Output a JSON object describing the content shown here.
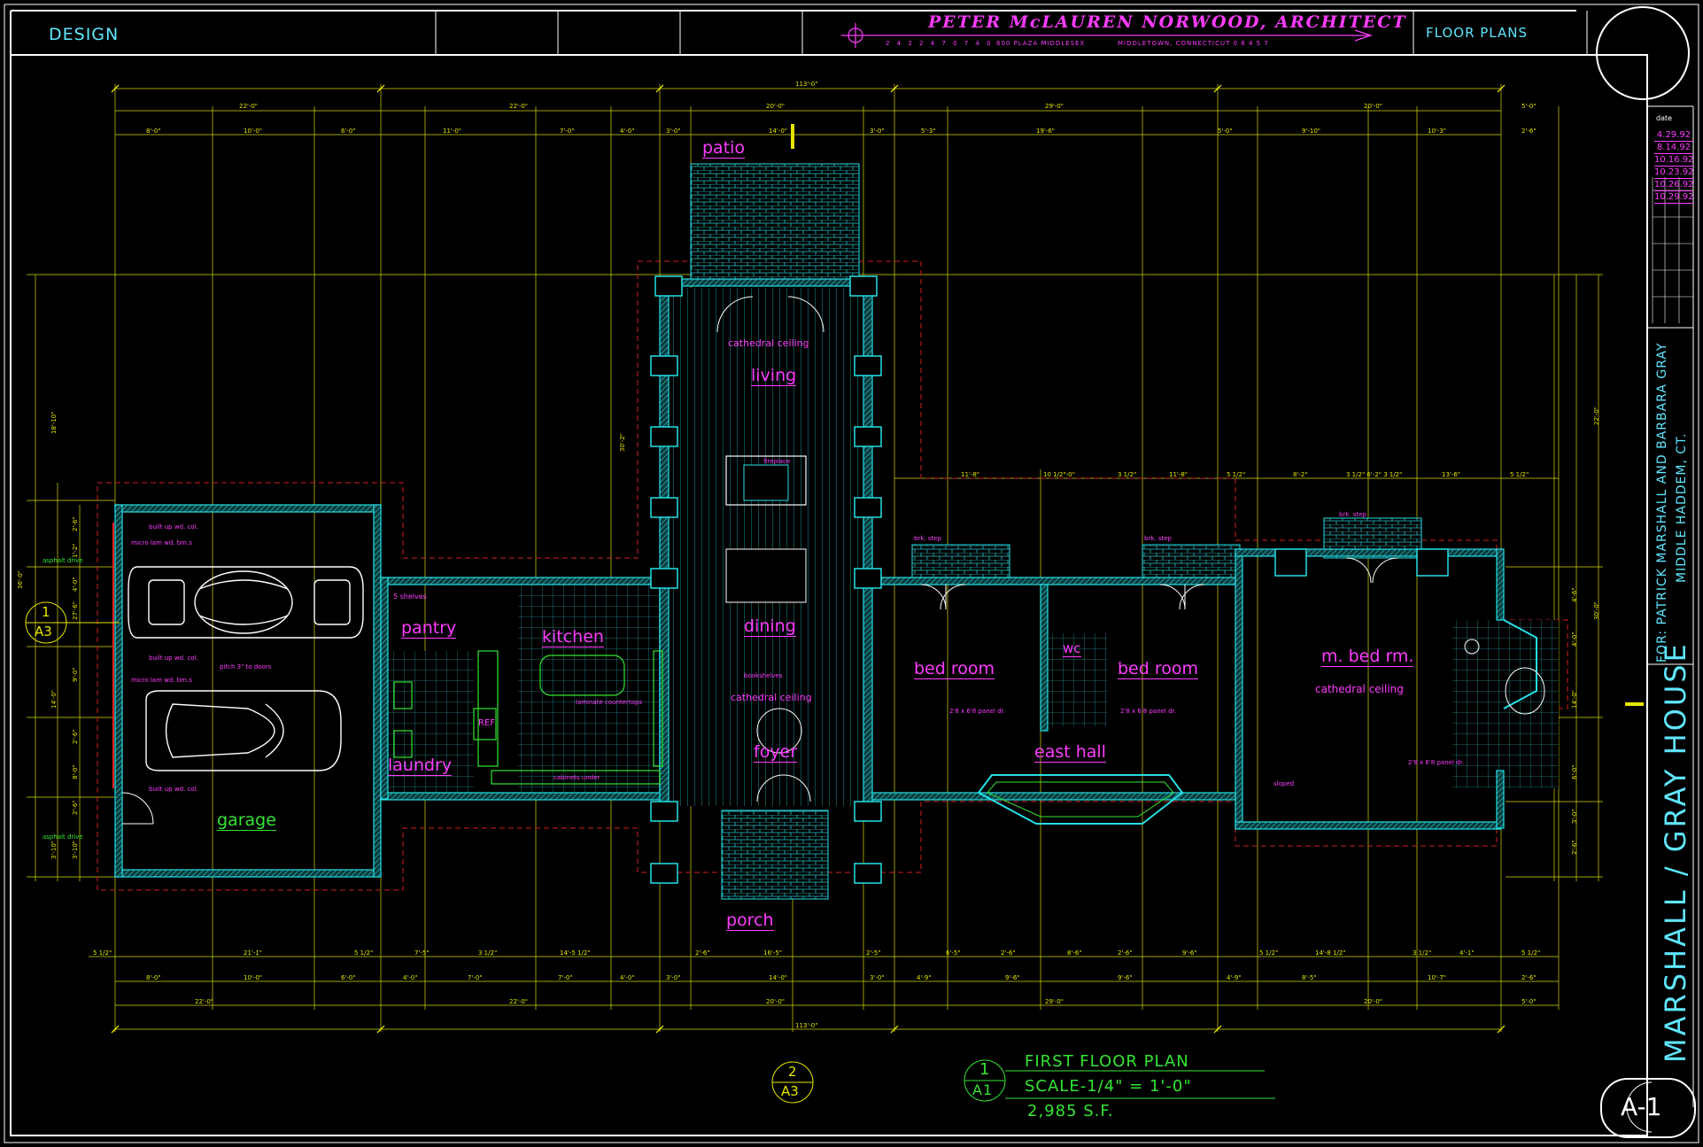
{
  "title_block": {
    "discipline": "DESIGN",
    "architect": "PETER McLAUREN NORWOOD, ARCHITECT",
    "architect_phone": "2 4 2   2 4 7   0 7 4 0",
    "architect_street": "600 PLAZA MIDDLESEX",
    "architect_city": "MIDDLETOWN, CONNECTICUT   0 6 4 5 7",
    "sheet_title": "FLOOR PLANS",
    "revisions_label": "date",
    "revisions": [
      "4.29.92",
      "8.14.92",
      "10.16.92",
      "10.23.92",
      "10.26.92",
      "10.29.92"
    ],
    "client_line1": "FOR: PATRICK MARSHALL AND BARBARA GRAY",
    "client_line2": "MIDDLE HADDEM, CT.",
    "project": "MARSHALL / GRAY HOUSE",
    "sheet_number": "A-1"
  },
  "plan": {
    "rooms": {
      "patio": "patio",
      "living": "living",
      "dining": "dining",
      "foyer": "foyer",
      "porch": "porch",
      "kitchen": "kitchen",
      "pantry": "pantry",
      "laundry": "laundry",
      "garage": "garage",
      "bed_room_1": "bed room",
      "bed_room_2": "bed room",
      "wc": "wc",
      "east_hall": "east hall",
      "master_bed": "m. bed rm."
    },
    "notes": {
      "cathedral_1": "cathedral ceiling",
      "cathedral_2": "cathedral ceiling",
      "cathedral_3": "cathedral ceiling",
      "fireplace": "fireplace",
      "bookshelves": "bookshelves",
      "ref": "REF",
      "shelves": "5 shelves",
      "pitch": "pitch 3\" to doors",
      "built_up_1": "built up wd. col.",
      "built_up_2": "built up wd. col.",
      "built_up_3": "built up wd. col.",
      "micro_lam_1": "micro lam wd. bm.s",
      "micro_lam_2": "micro lam wd. bm.s",
      "asphalt_1": "asphalt drive",
      "asphalt_2": "asphalt drive",
      "brk_step_1": "brk. step",
      "brk_step_2": "brk. step",
      "brk_step_3": "brk. step",
      "panel_dr_1": "2'8 x 6'8 panel dr.",
      "panel_dr_2": "2'8 x 6'8 panel dr.",
      "panel_dr_3": "2'8 x 6'8 panel dr.",
      "sloped": "sloped",
      "laminate": "laminate countertops",
      "cabinets": "cabinets under"
    },
    "dims_top": {
      "overall": "113'-0\"",
      "row2": [
        "22'-0\"",
        "22'-0\"",
        "20'-0\"",
        "29'-0\"",
        "20'-0\"",
        "5'-0\""
      ],
      "row3": [
        "8'-0\"",
        "10'-0\"",
        "6'-0\"",
        "11'-0\"",
        "7'-0\"",
        "4'-0\"",
        "3'-0\"",
        "14'-0\"",
        "3'-0\"",
        "5'-3\"",
        "19'-6\"",
        "5'-0\"",
        "9'-10\"",
        "10'-3\"",
        "2'-6\""
      ],
      "bedroom_wing": [
        "11'-8\"",
        "10 1/2\"-0\"",
        "3 1/2\"",
        "11'-8\"",
        "5 1/2\"",
        "8'-2\"",
        "3 1/2\" 6'-2\" 3 1/2\"",
        "13'-6\"",
        "5 1/2\""
      ]
    },
    "dims_bottom": {
      "row1": [
        "5 1/2\"",
        "21'-1\"",
        "5 1/2\"",
        "7'-5\"",
        "3 1/2\"",
        "14'-5 1/2\"",
        "2'-6\"",
        "16'-5\"",
        "2'-5\"",
        "6'-5\"",
        "2'-6\"",
        "8'-6\"",
        "2'-6\"",
        "9'-6\"",
        "5 1/2\"",
        "14'-8 1/2\"",
        "3 1/2\"",
        "4'-1\"",
        "5 1/2\""
      ],
      "row2": [
        "8'-0\"",
        "10'-0\"",
        "6'-0\"",
        "4'-0\"",
        "7'-0\"",
        "7'-0\"",
        "4'-0\"",
        "3'-0\"",
        "14'-0\"",
        "3'-0\"",
        "4'-9\"",
        "9'-6\"",
        "9'-6\"",
        "4'-9\"",
        "8'-5\"",
        "10'-7\"",
        "2'-6\""
      ],
      "row3": [
        "22'-0\"",
        "22'-0\"",
        "20'-0\"",
        "29'-0\"",
        "20'-0\"",
        "5'-0\""
      ],
      "overall": "113'-0\""
    },
    "dims_left": [
      "36'-0\"",
      "18'-10\"",
      "14'-0\"",
      "27'-6\"",
      "2'-6\"",
      "1'-2\"",
      "4'-0\"",
      "9'-0\"",
      "2'-6\"",
      "30'-2\"",
      "8'-0\"",
      "2'-6\"",
      "3'-10\"",
      "3'-10\""
    ],
    "dims_right": [
      "22'-0\"",
      "4'-6\"",
      "4'-0\"",
      "30'-0\"",
      "14'-0\"",
      "6'-0\"",
      "3'-0\"",
      "2'-6\""
    ],
    "section_marks": [
      {
        "num": "1",
        "sheet": "A3"
      },
      {
        "num": "2",
        "sheet": "A3"
      }
    ]
  },
  "drawing_title": {
    "num": "1",
    "sheet": "A1",
    "name": "FIRST FLOOR PLAN",
    "scale": "SCALE-1/4\" = 1'-0\"",
    "area": "2,985 S.F."
  },
  "colors": {
    "background": "#000000",
    "walls": "#26e0e6",
    "text_magenta": "#ff3cff",
    "dims_yellow": "#e6e600",
    "border_white": "#ffffff",
    "title_green": "#33e633",
    "hidden_red": "#e02020"
  }
}
